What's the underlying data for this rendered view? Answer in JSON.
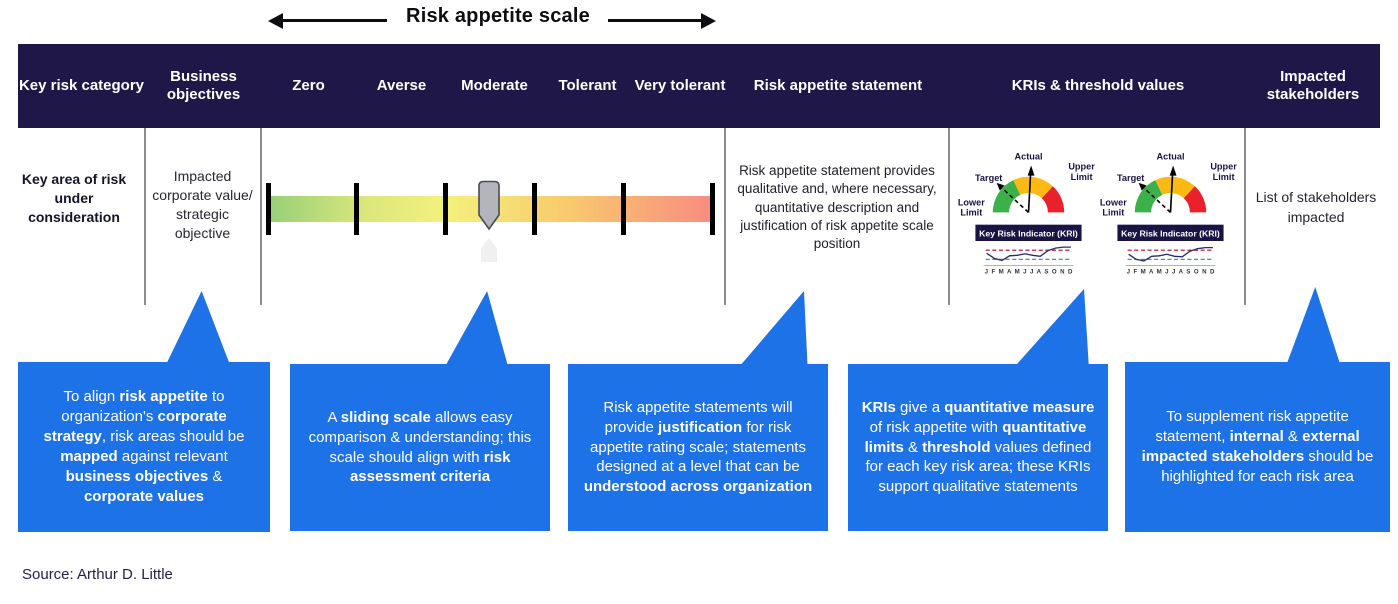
{
  "title": {
    "label": "Risk appetite scale"
  },
  "header": {
    "columns": [
      {
        "label": "Key risk category"
      },
      {
        "label": "Business objectives"
      },
      {
        "label": "Zero"
      },
      {
        "label": "Averse"
      },
      {
        "label": "Moderate"
      },
      {
        "label": "Tolerant"
      },
      {
        "label": "Very tolerant"
      },
      {
        "label": "Risk appetite statement"
      },
      {
        "label": "KRIs & threshold values"
      },
      {
        "label": "Impacted stakeholders"
      }
    ]
  },
  "row": {
    "key_risk_area": "Key area of risk under consideration",
    "business_objective": "Impacted corporate value/ strategic objective",
    "statement": "Risk appetite statement provides qualitative and, where necessary, quantitative description and justification of risk appetite scale position",
    "stakeholders": "List of stakeholders impacted"
  },
  "scale": {
    "labels": [
      "Zero",
      "Averse",
      "Moderate",
      "Tolerant",
      "Very tolerant"
    ],
    "pointer_position": "Moderate",
    "gradient": [
      "#96cf77",
      "#f4f17c",
      "#f8c96d",
      "#f98b80"
    ]
  },
  "gauge": {
    "actual": "Actual",
    "target": "Target",
    "upper_1": "Upper",
    "upper_2": "Limit",
    "lower_1": "Lower",
    "lower_2": "Limit",
    "banner": "Key Risk Indicator (KRI)",
    "months": "J F M A M J J A S O N D",
    "segment_colors": {
      "green": "#3cb14a",
      "yellow": "#fdb913",
      "red": "#e8212c"
    }
  },
  "callouts": [
    {
      "segments": [
        {
          "t": "To align "
        },
        {
          "t": "risk appetite",
          "b": true
        },
        {
          "t": " to organization's "
        },
        {
          "t": "corporate strategy",
          "b": true
        },
        {
          "t": ", risk areas should be "
        },
        {
          "t": "mapped",
          "b": true
        },
        {
          "t": " against relevant "
        },
        {
          "t": "business objectives",
          "b": true
        },
        {
          "t": " & "
        },
        {
          "t": "corporate values",
          "b": true
        }
      ]
    },
    {
      "segments": [
        {
          "t": "A "
        },
        {
          "t": "sliding scale",
          "b": true
        },
        {
          "t": " allows easy comparison & understanding; this scale should align with "
        },
        {
          "t": "risk assessment criteria",
          "b": true
        }
      ]
    },
    {
      "segments": [
        {
          "t": "Risk appetite statements will provide "
        },
        {
          "t": "justification",
          "b": true
        },
        {
          "t": " for risk appetite rating scale; statements designed at a level that can be "
        },
        {
          "t": "understood across organization",
          "b": true
        }
      ]
    },
    {
      "segments": [
        {
          "t": "KRIs",
          "b": true
        },
        {
          "t": " give a "
        },
        {
          "t": "quantitative measure",
          "b": true
        },
        {
          "t": " of risk appetite with "
        },
        {
          "t": "quantitative limits",
          "b": true
        },
        {
          "t": " & "
        },
        {
          "t": "threshold",
          "b": true
        },
        {
          "t": " values defined for each key risk area; these KRIs support qualitative statements"
        }
      ]
    },
    {
      "segments": [
        {
          "t": "To supplement risk appetite statement, "
        },
        {
          "t": "internal",
          "b": true
        },
        {
          "t": " & "
        },
        {
          "t": "external impacted stakeholders",
          "b": true
        },
        {
          "t": " should be highlighted for each risk area"
        }
      ]
    }
  ],
  "source": {
    "label": "Source: Arthur D. Little"
  },
  "colors": {
    "header_navy": "#1f1747",
    "callout_blue": "#1d72e8",
    "divider_gray": "#8c8c8c"
  }
}
